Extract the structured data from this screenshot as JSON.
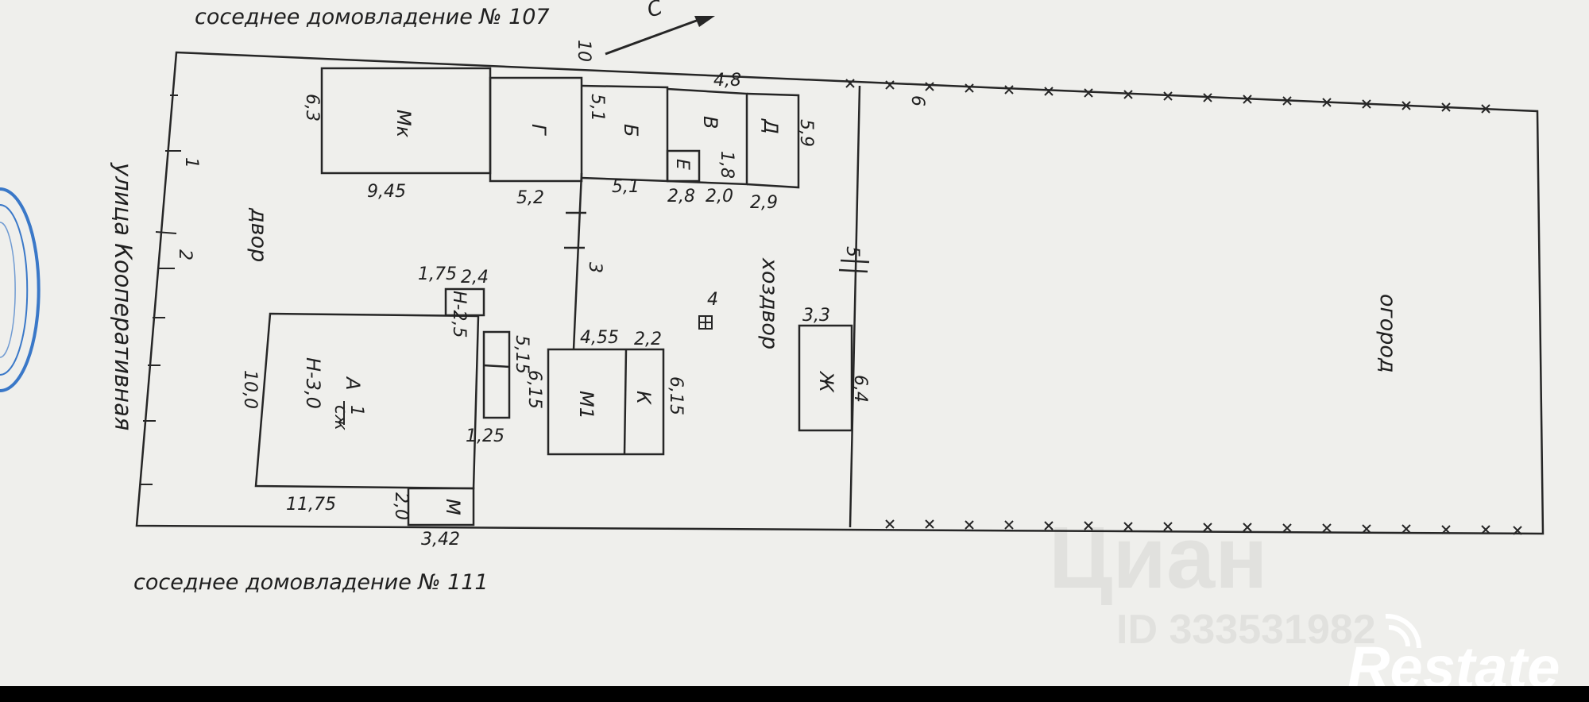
{
  "header": {
    "top_label": "соседнее домовладение № 107",
    "bottom_label": "соседнее домовладение № 111"
  },
  "street": {
    "label": "улица Кооперативная"
  },
  "compass": {
    "letter": "С"
  },
  "areas": {
    "yard": "двор",
    "passage": "хоздвор",
    "garden": "огород"
  },
  "rooms": {
    "mk": "Мк",
    "g": "Г",
    "b": "Б",
    "v": "В",
    "d": "Д",
    "e": "Е",
    "a": "А",
    "a_num": "1",
    "a_sub": "сж",
    "a_h": "Н-3,0",
    "m": "М",
    "m1": "М1",
    "k": "К",
    "zh": "Ж",
    "h25": "Н-2,5",
    "well_num": "4"
  },
  "dims": {
    "d63": "6,3",
    "d945": "9,45",
    "d52": "5,2",
    "d51_top": "5,1",
    "d51_bot": "5,1",
    "d48": "4,8",
    "d59": "5,9",
    "d18": "1,8",
    "d28": "2,8",
    "d20a": "2,0",
    "d29": "2,9",
    "d24": "2,4",
    "d175": "1,75",
    "d100": "10,0",
    "d1175": "11,75",
    "d20b": "2,0",
    "d342": "3,42",
    "d515": "5,15",
    "d615a": "6,15",
    "d615b": "6,15",
    "d125": "1,25",
    "d455": "4,55",
    "d22": "2,2",
    "d33": "3,3",
    "d64": "6,4"
  },
  "points": {
    "p1": "1",
    "p2": "2",
    "p3": "3",
    "p5": "5",
    "p6": "6",
    "p10": "10"
  },
  "watermark": {
    "brand": "Циан",
    "id": "ID 333531982",
    "logo": "Restate"
  },
  "colors": {
    "paper": "#efefec",
    "ink": "#262626",
    "stamp": "#3a78c8",
    "band": "#000000"
  }
}
